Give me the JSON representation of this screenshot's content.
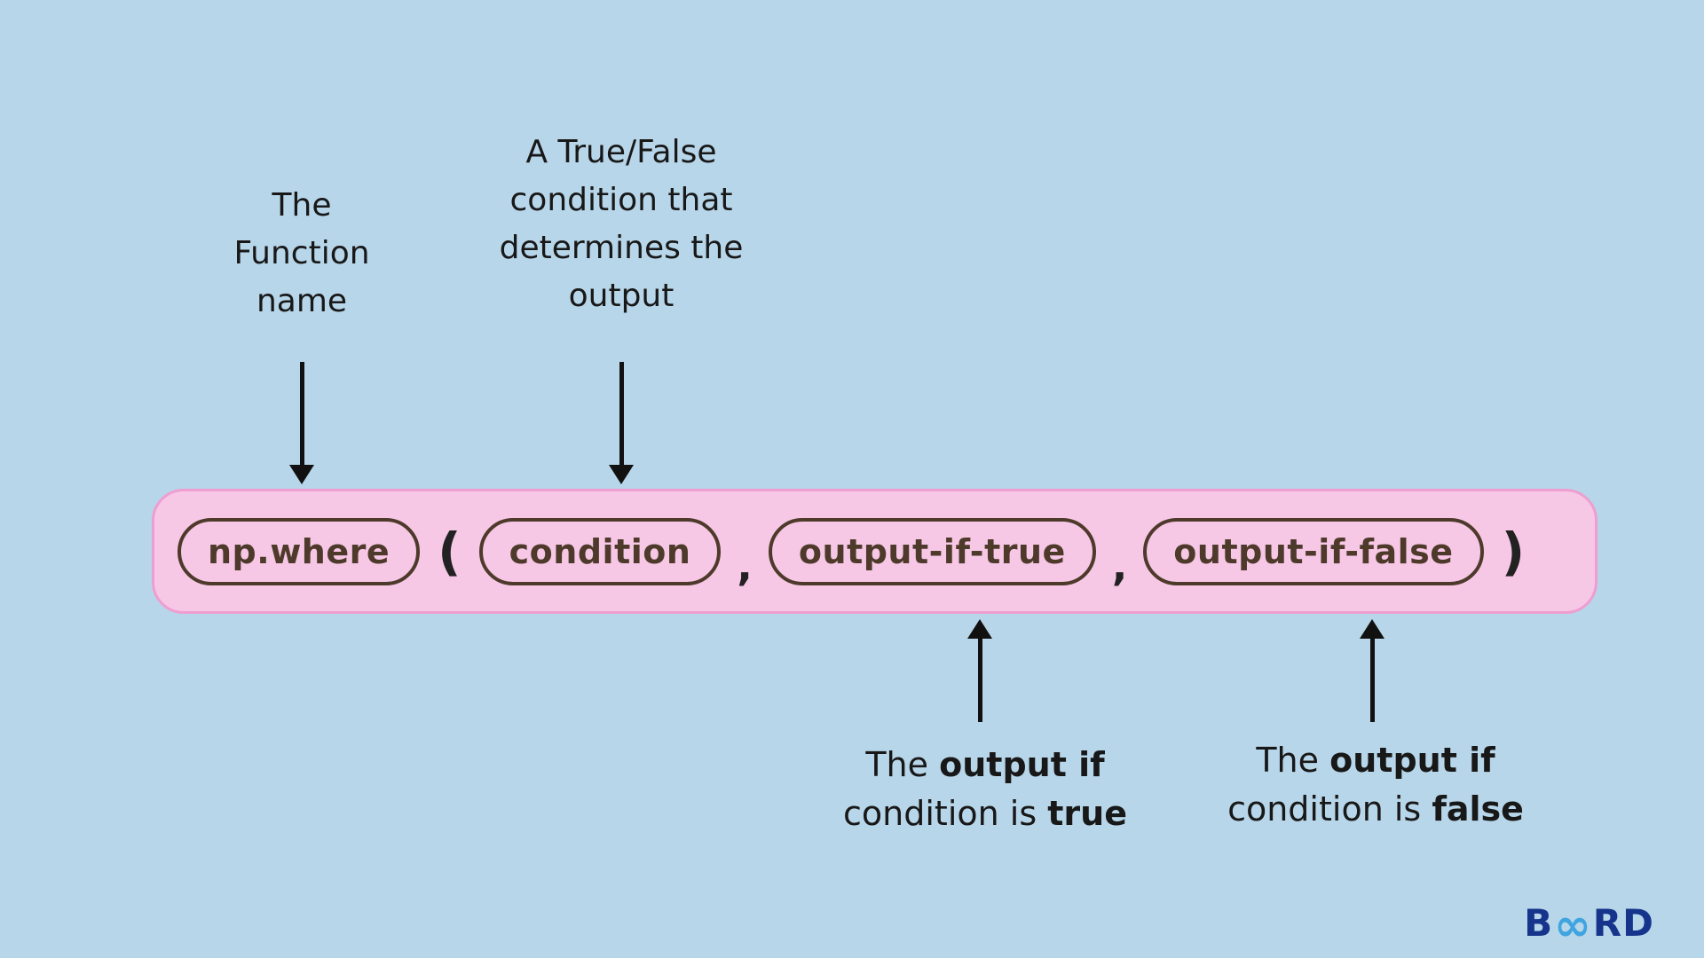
{
  "colors": {
    "background": "#b7d6e9",
    "bar_fill": "#f7c8e6",
    "bar_border": "#ee9ed0",
    "token_border": "#4e3a2b",
    "token_text": "#4e3a2b",
    "annotation_text": "#181818",
    "arrow": "#111111",
    "logo_dark": "#16348c",
    "logo_light": "#3fa4e0"
  },
  "expression": {
    "function_name": "np.where",
    "open_paren": "(",
    "arg_condition": "condition",
    "comma1": ",",
    "arg_true": "output-if-true",
    "comma2": ",",
    "arg_false": "output-if-false",
    "close_paren": ")"
  },
  "annotations": {
    "function_label": "The Function name",
    "condition_label": "A True/False condition that determines the output",
    "true_label": {
      "t1": "The",
      "b1": "output if",
      "t2": "condition is",
      "b2": "true"
    },
    "false_label": {
      "t1": "The",
      "b1": "output if",
      "t2": "condition is",
      "b2": "false"
    }
  },
  "logo": {
    "b": "B",
    "infinity": "∞",
    "rd": "RD"
  }
}
